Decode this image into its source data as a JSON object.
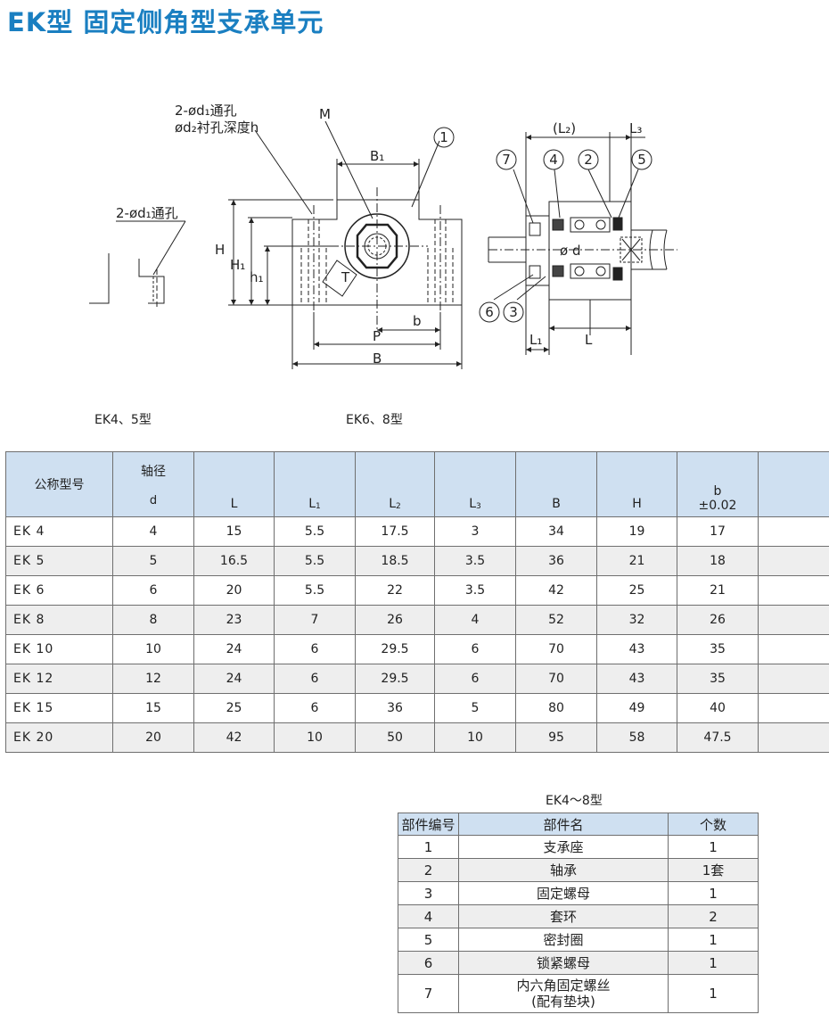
{
  "title": "EK型  固定侧角型支承单元",
  "drawing": {
    "left_callout_1": "2-ød₁通孔",
    "left_callout_2": "ød₂衬孔深度h",
    "label_M": "M",
    "label_B1": "B₁",
    "label_H": "H",
    "label_H1": "H₁",
    "label_h1": "h₁",
    "label_T": "T",
    "label_b": "b",
    "label_P": "P",
    "label_B": "B",
    "small_callout": "2-ød₁通孔",
    "label_L2": "(L₂)",
    "label_L3": "L₃",
    "label_phid": "ø d",
    "label_L1": "L₁",
    "label_L": "L",
    "circle_numbers": [
      "1",
      "2",
      "3",
      "4",
      "5",
      "6",
      "7"
    ]
  },
  "captions": {
    "left": "EK4、5型",
    "right": "EK6、8型"
  },
  "spec_table": {
    "headers": {
      "model": "公称型号",
      "d_top": "轴径",
      "d_bottom": "d",
      "L": "L",
      "L1": "L",
      "L1_sub": "1",
      "L2": "L",
      "L2_sub": "2",
      "L3": "L",
      "L3_sub": "3",
      "B": "B",
      "H": "H",
      "b_top": "b",
      "b_bottom": "±0.02"
    },
    "rows": [
      [
        "EK 4",
        "4",
        "15",
        "5.5",
        "17.5",
        "3",
        "34",
        "19",
        "17"
      ],
      [
        "EK 5",
        "5",
        "16.5",
        "5.5",
        "18.5",
        "3.5",
        "36",
        "21",
        "18"
      ],
      [
        "EK 6",
        "6",
        "20",
        "5.5",
        "22",
        "3.5",
        "42",
        "25",
        "21"
      ],
      [
        "EK 8",
        "8",
        "23",
        "7",
        "26",
        "4",
        "52",
        "32",
        "26"
      ],
      [
        "EK 10",
        "10",
        "24",
        "6",
        "29.5",
        "6",
        "70",
        "43",
        "35"
      ],
      [
        "EK 12",
        "12",
        "24",
        "6",
        "29.5",
        "6",
        "70",
        "43",
        "35"
      ],
      [
        "EK 15",
        "15",
        "25",
        "6",
        "36",
        "5",
        "80",
        "49",
        "40"
      ],
      [
        "EK 20",
        "20",
        "42",
        "10",
        "50",
        "10",
        "95",
        "58",
        "47.5"
      ]
    ]
  },
  "parts_table": {
    "caption": "EK4～8型",
    "headers": [
      "部件编号",
      "部件名",
      "个数"
    ],
    "rows": [
      [
        "1",
        "支承座",
        "1"
      ],
      [
        "2",
        "轴承",
        "1套"
      ],
      [
        "3",
        "固定螺母",
        "1"
      ],
      [
        "4",
        "套环",
        "2"
      ],
      [
        "5",
        "密封圈",
        "1"
      ],
      [
        "6",
        "锁紧螺母",
        "1"
      ],
      [
        "7",
        "内六角固定螺丝",
        "1"
      ]
    ],
    "row7_line2": "(配有垫块)"
  },
  "colors": {
    "title": "#1a7fc1",
    "header_bg": "#cfe0f1",
    "alt_row_bg": "#eeeeee",
    "border": "#6f6f6f"
  }
}
